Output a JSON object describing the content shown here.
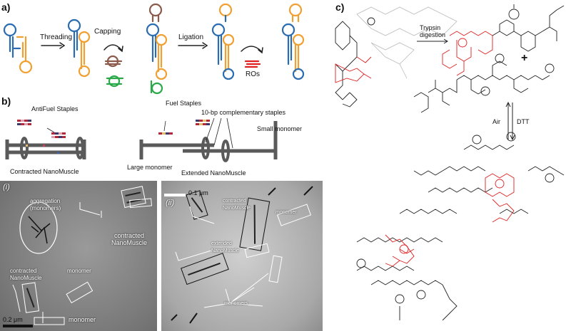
{
  "panels": {
    "a": {
      "letter": "a)",
      "steps": [
        "Threading",
        "Capping",
        "Ligation"
      ],
      "ros_label": "ROs"
    },
    "b": {
      "letter": "b)",
      "antifuel_label": "AntiFuel Staples",
      "fuel_label": "Fuel Staples",
      "complementary_label": "10-bp complementary staples",
      "small_monomer_label": "Small monomer",
      "large_monomer_label": "Large monomer",
      "contracted_label": "Contracted NanoMuscle",
      "extended_label": "Extended NanoMuscle",
      "micrograph_i": {
        "tag": "(i)",
        "aggregation_label": "aggregation\n(monomers)",
        "contracted_label": "contracted\nNanoMuscle",
        "contracted_label_2": "contracted\nNanoMuscle",
        "monomer_label": "monomer",
        "monomer_label_2": "monomer",
        "scale_bar": "0.2 μm"
      },
      "micrograph_ii": {
        "tag": "(ii)",
        "scale_bar": "0.1 μm",
        "contracted_label": "contracted\nNanoMuscle",
        "extended_label": "extended\nNanoMuscle",
        "monomer_label": "monomer",
        "monomers_label": "monomers"
      }
    },
    "c": {
      "letter": "c)",
      "trypsin_label": "Trypsin\ndigestion",
      "plus": "+",
      "air_label": "Air",
      "dtt_label": "DTT"
    }
  },
  "colors": {
    "blue": "#2b6cb0",
    "orange": "#f0a030",
    "brown": "#8b5a4a",
    "green": "#2aa84a",
    "red_peptide": "#e02020",
    "gray_rod": "#5a5a5a"
  }
}
